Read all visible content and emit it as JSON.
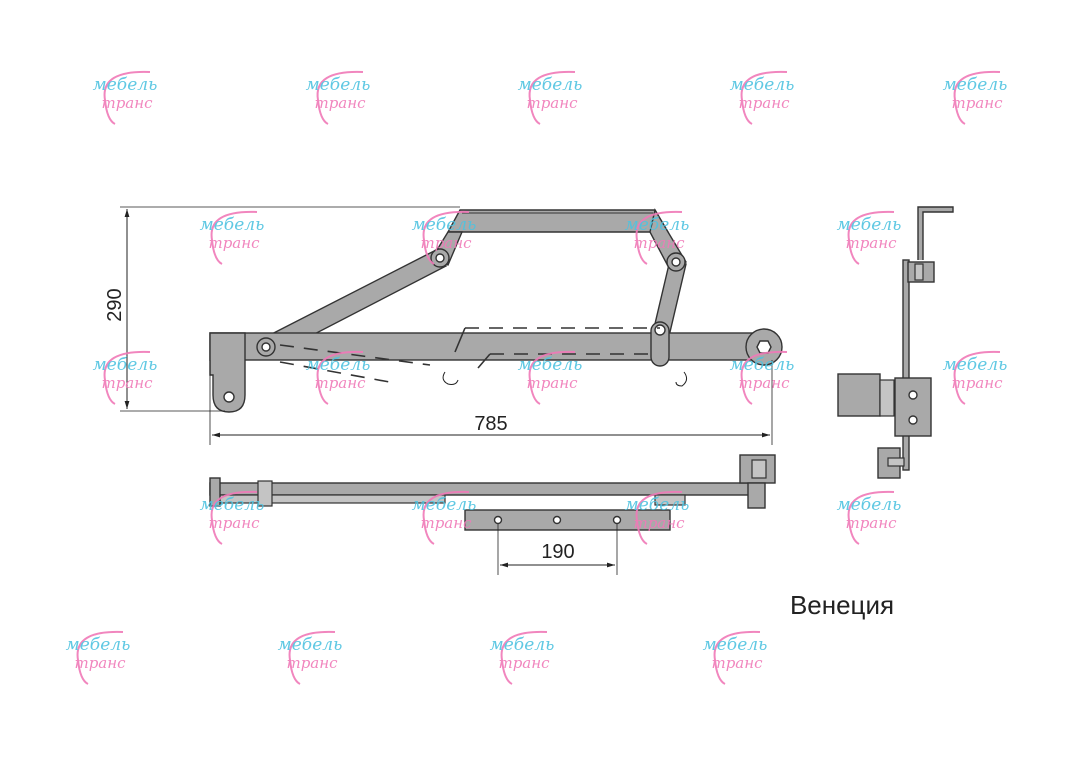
{
  "drawing": {
    "title": "Венеция",
    "dimensions": {
      "height": "290",
      "length": "785",
      "hole_spacing": "190"
    }
  },
  "watermark": {
    "line1": "мебель",
    "line2": "транс",
    "colors": {
      "top": "#4fc3e0",
      "bottom": "#f07ab8"
    }
  },
  "colors": {
    "part": "#a9a9a9",
    "outline": "#333333"
  }
}
